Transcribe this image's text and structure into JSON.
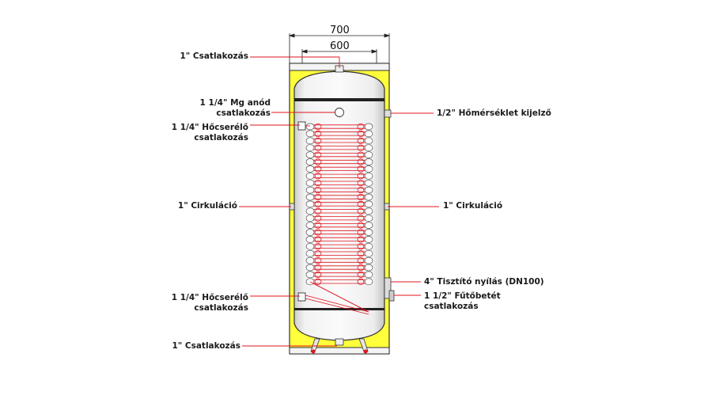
{
  "dimensions": {
    "outer": "700",
    "inner": "600"
  },
  "labels": {
    "top_connection": "1\" Csatlakozás",
    "anode_line1": "1 1/4\" Mg anód",
    "anode_line2": "csatlakozás",
    "hx_top_line1": "1 1/4\" Hőcserélő",
    "hx_top_line2": "csatlakozás",
    "circ_left": "1\" Cirkuláció",
    "hx_bottom_line1": "1 1/4\" Hőcserélő",
    "hx_bottom_line2": "csatlakozás",
    "bottom_connection": "1\" Csatlakozás",
    "thermometer": "1/2\" Hőmérséklet kijelző",
    "circ_right": "1\" Cirkuláció",
    "cleaning": "4\" Tisztító nyílás (DN100)",
    "heater_line1": "1 1/2\" Fűtőbetét",
    "heater_line2": "csatlakozás"
  },
  "colors": {
    "insulation": "#ffff3b",
    "leader": "#e0141e",
    "outline": "#333333",
    "coil": "#e0141e"
  }
}
